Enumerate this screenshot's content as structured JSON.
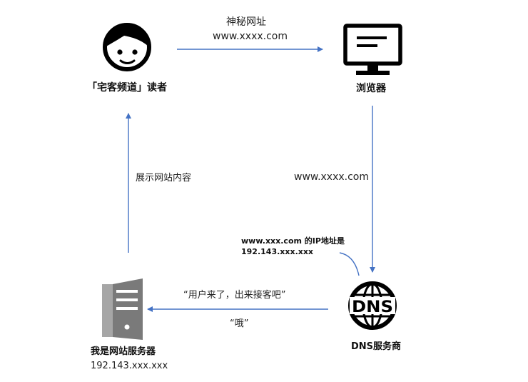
{
  "nodes": {
    "reader": {
      "label": "「宅客频道」读者",
      "icon": "reader-face-icon"
    },
    "browser": {
      "label": "浏览器",
      "icon": "monitor-icon"
    },
    "dns": {
      "label": "DNS服务商",
      "icon": "dns-globe-icon",
      "icon_text": "DNS"
    },
    "server": {
      "label": "我是网站服务器",
      "ip": "192.143.xxx.xxx",
      "icon": "server-tower-icon"
    }
  },
  "edges": {
    "reader_to_browser": {
      "title": "神秘网址",
      "url": "www.xxxx.com"
    },
    "browser_to_dns": {
      "label": "www.xxxx.com"
    },
    "dns_reply": {
      "line1": "www.xxx.com 的IP地址是",
      "line2": "192.143.xxx.xxx"
    },
    "dns_to_server": {
      "top": "“用户来了，出来接客吧”",
      "bottom": "“哦”"
    },
    "server_to_reader": {
      "label": "展示网站内容"
    }
  },
  "colors": {
    "arrow": "#4472c4",
    "icon": "#000000"
  }
}
